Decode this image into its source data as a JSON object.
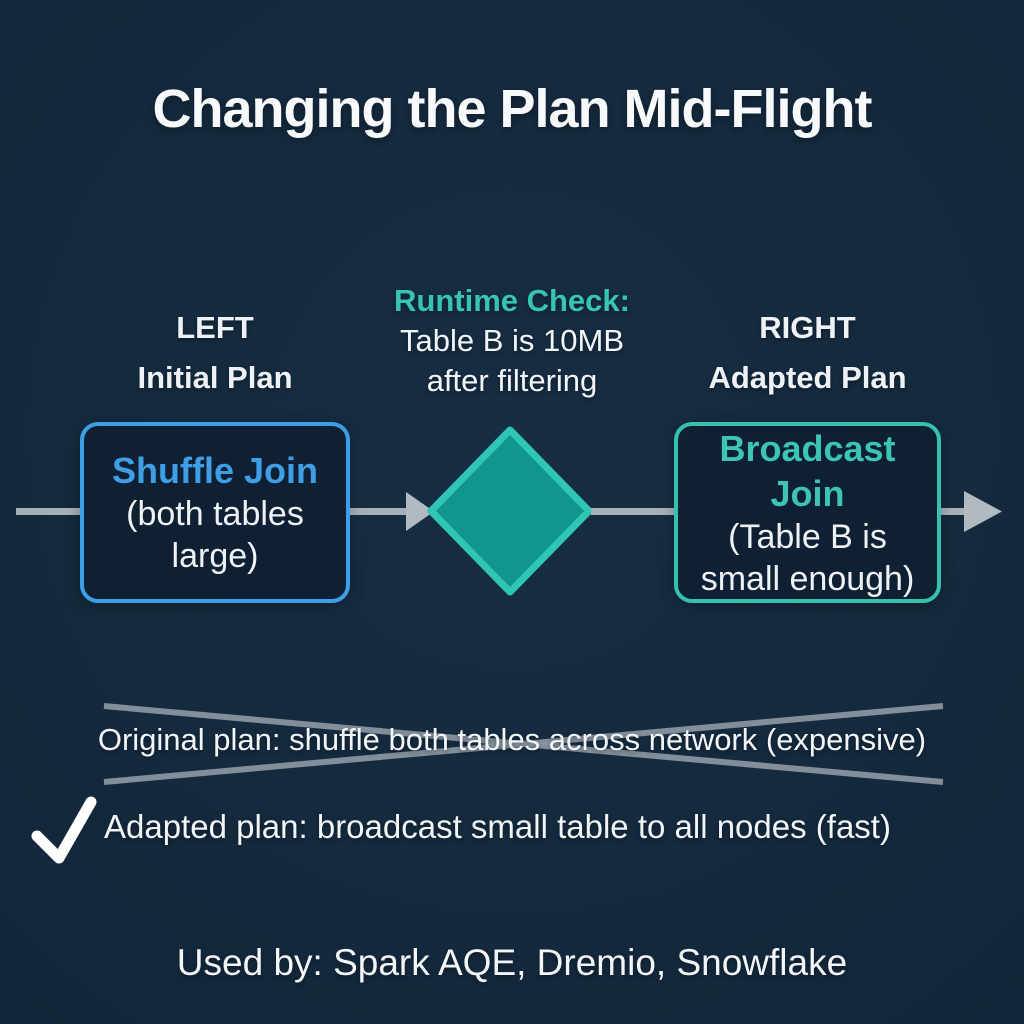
{
  "title": "Changing the Plan Mid-Flight",
  "columns": {
    "left": {
      "label": "LEFT",
      "sublabel": "Initial Plan"
    },
    "center": {
      "heading": "Runtime Check:",
      "detail_line1": "Table B is 10MB",
      "detail_line2": "after filtering"
    },
    "right": {
      "label": "RIGHT",
      "sublabel": "Adapted Plan"
    }
  },
  "flow": {
    "initial_node": {
      "title": "Shuffle Join",
      "body_line1": "(both tables",
      "body_line2": "large)"
    },
    "adapted_node": {
      "title": "Broadcast Join",
      "body_line1": "(Table B is",
      "body_line2": "small enough)"
    },
    "decision_icon": "decision-diamond-icon",
    "arrow_icon": "arrow-right-icon"
  },
  "comparison": {
    "rejected": {
      "icon": "cross-out-icon",
      "text": "Original plan: shuffle both tables across network (expensive)"
    },
    "accepted": {
      "icon": "checkmark-icon",
      "text": "Adapted plan: broadcast small table to all nodes (fast)"
    }
  },
  "footer": "Used by: Spark AQE, Dremio, Snowflake",
  "colors": {
    "background": "#152a3e",
    "shuffle_blue": "#3f9fe6",
    "broadcast_teal": "#38c4b3",
    "diamond_fill": "#10968e",
    "diamond_border": "#2fc7b4",
    "arrow_gray": "#a7afb7",
    "cross_gray": "#8e99a3",
    "text_white": "#f3f6f8"
  }
}
